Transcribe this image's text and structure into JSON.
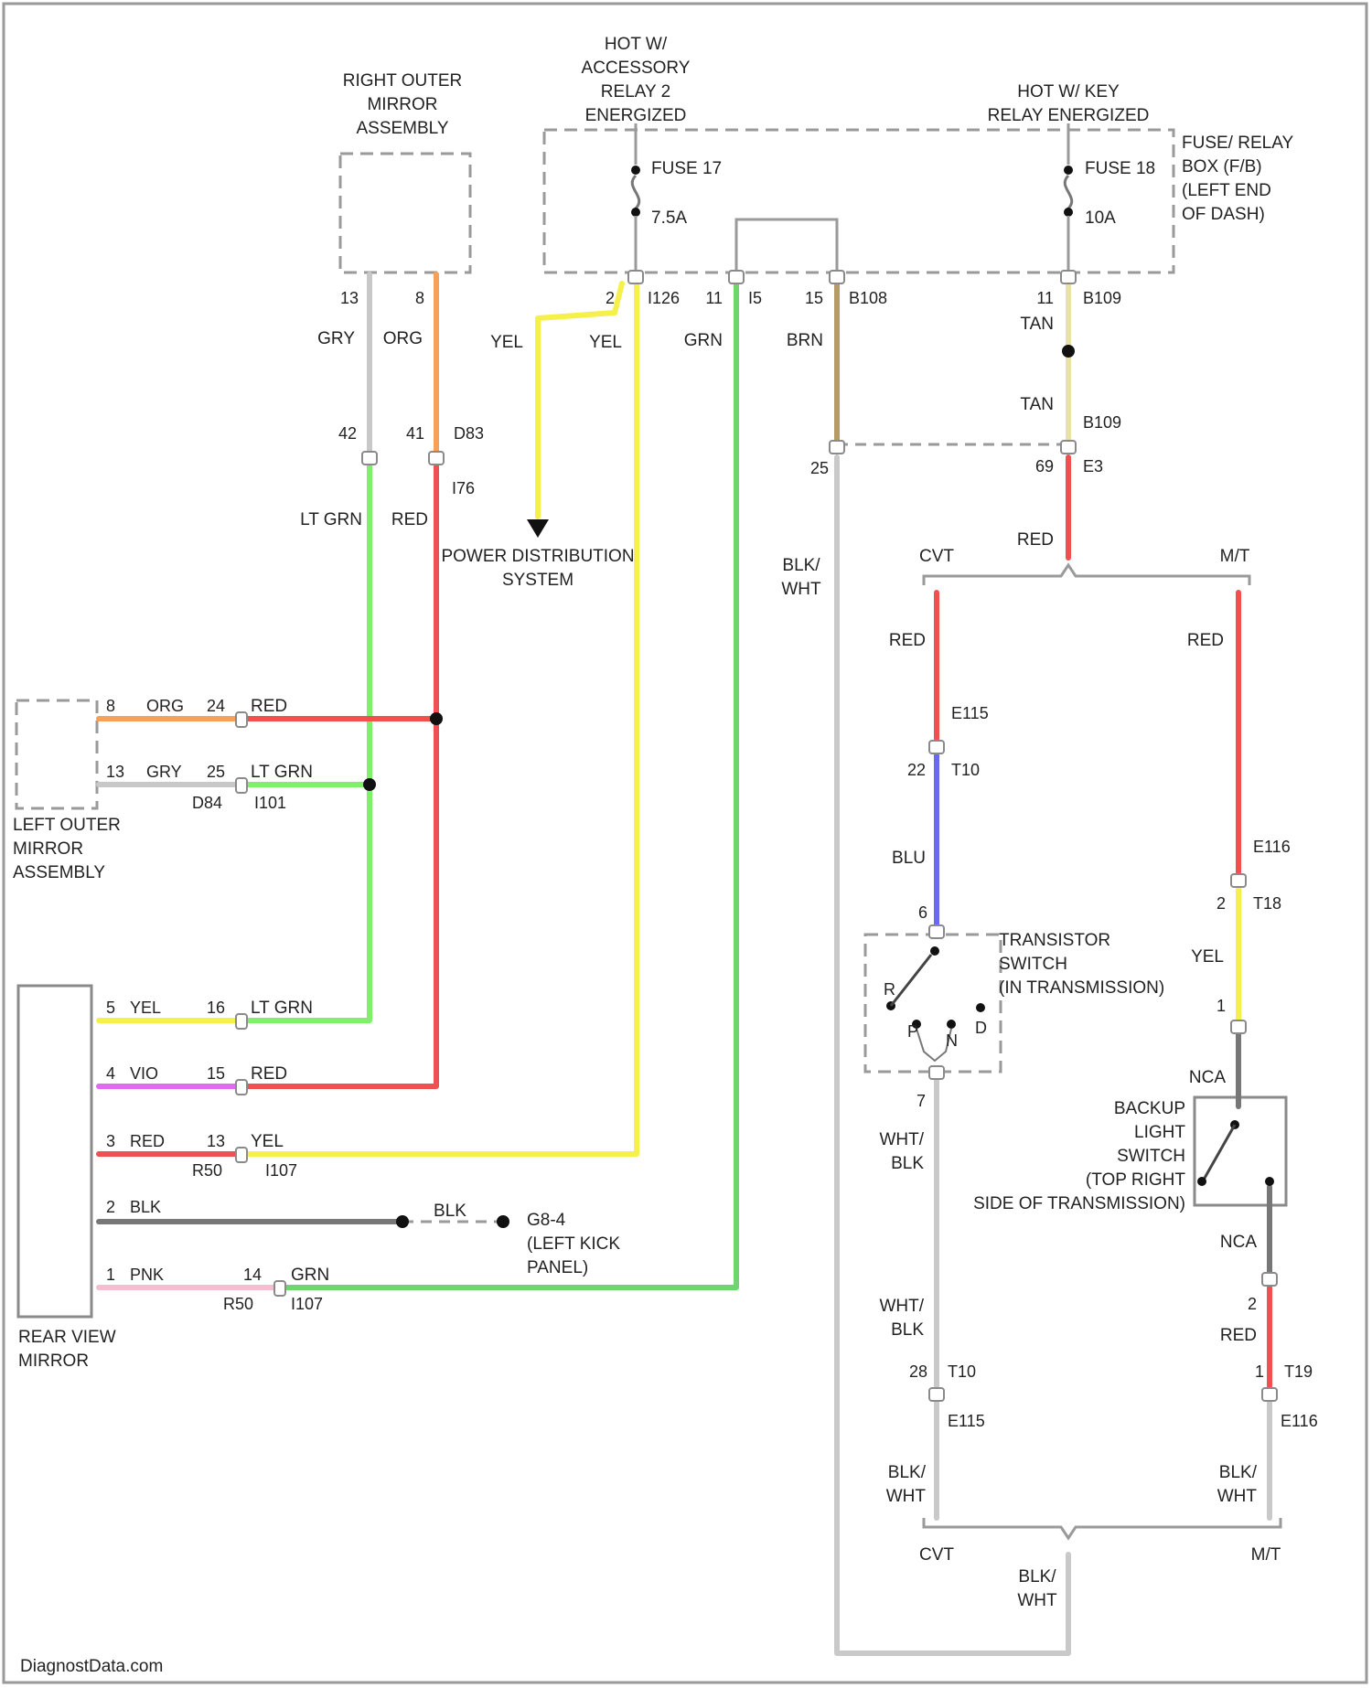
{
  "colors": {
    "GRY": "#c8c8c8",
    "ORG": "#f5a15a",
    "LT_GRN": "#7ff06a",
    "RED": "#f05050",
    "YEL": "#f6f04a",
    "GRN": "#6fd66f",
    "BRN": "#b59a6a",
    "TAN": "#e8e2a8",
    "BLU": "#6a6af0",
    "VIO": "#e26af0",
    "PNK": "#f6bcd0",
    "BLK": "#777777",
    "BLK_WHT": "#c9c9c9",
    "WHT_BLK": "#c9c9c9"
  },
  "components": {
    "right_mirror": [
      "RIGHT OUTER",
      "MIRROR",
      "ASSEMBLY"
    ],
    "hot_relay2": [
      "HOT W/",
      "ACCESSORY",
      "RELAY 2",
      "ENERGIZED"
    ],
    "hot_key_relay": [
      "HOT W/ KEY",
      "RELAY ENERGIZED"
    ],
    "fuse_box": [
      "FUSE/ RELAY",
      "BOX (F/B)",
      "(LEFT END",
      "OF DASH)"
    ],
    "fuse17": "FUSE 17",
    "fuse17_amp": "7.5A",
    "fuse18": "FUSE 18",
    "fuse18_amp": "10A",
    "power_dist": [
      "POWER DISTRIBUTION",
      "SYSTEM"
    ],
    "left_mirror": [
      "LEFT OUTER",
      "MIRROR",
      "ASSEMBLY"
    ],
    "rear_view_mirror": [
      "REAR VIEW",
      "MIRROR"
    ],
    "transistor_switch": [
      "TRANSISTOR",
      "SWITCH",
      "(IN TRANSMISSION)"
    ],
    "backup_switch": [
      "BACKUP",
      "LIGHT",
      "SWITCH",
      "(TOP RIGHT",
      "SIDE OF TRANSMISSION)"
    ],
    "ground": [
      "G8-4",
      "(LEFT KICK",
      "PANEL)"
    ],
    "watermark": "DiagnostData.com"
  },
  "wire_labels": {
    "gry": "GRY",
    "org": "ORG",
    "yel": "YEL",
    "grn": "GRN",
    "brn": "BRN",
    "tan": "TAN",
    "lt_grn": "LT GRN",
    "red": "RED",
    "blk_wht": [
      "BLK/",
      "WHT"
    ],
    "blu": "BLU",
    "wht_blk": [
      "WHT/",
      "BLK"
    ],
    "nca": "NCA",
    "blk": "BLK",
    "vio": "VIO",
    "pnk": "PNK",
    "cvt": "CVT",
    "mt": "M/T"
  },
  "connectors": {
    "c_13": "13",
    "c_8": "8",
    "c_42": "42",
    "c_41": "41",
    "c_d83": "D83",
    "c_i76": "I76",
    "c_2": "2",
    "c_i126": "I126",
    "c_11": "11",
    "c_i5": "I5",
    "c_15": "15",
    "c_b108": "B108",
    "c_11b": "11",
    "c_b109": "B109",
    "c_b109b": "B109",
    "c_25": "25",
    "c_69": "69",
    "c_e3": "E3",
    "c_e115": "E115",
    "c_22": "22",
    "c_t10": "T10",
    "c_e116": "E116",
    "c_2b": "2",
    "c_t18": "T18",
    "c_6": "6",
    "c_7": "7",
    "c_1": "1",
    "c_2c": "2",
    "c_1b": "1",
    "c_t19": "T19",
    "c_28": "28",
    "c_t10b": "T10",
    "c_e115b": "E115",
    "c_e116b": "E116",
    "sw_r": "R",
    "sw_n": "N",
    "sw_p": "P",
    "sw_d": "D",
    "lm_8": "8",
    "lm_org": "ORG",
    "lm_24": "24",
    "lm_13": "13",
    "lm_gry": "GRY",
    "lm_25": "25",
    "lm_d84": "D84",
    "lm_i101": "I101",
    "rv_5": "5",
    "rv_yel": "YEL",
    "rv_16": "16",
    "rv_4": "4",
    "rv_vio": "VIO",
    "rv_15": "15",
    "rv_3": "3",
    "rv_red": "RED",
    "rv_13": "13",
    "rv_r50": "R50",
    "rv_i107": "I107",
    "rv_2": "2",
    "rv_blk": "BLK",
    "rv_1": "1",
    "rv_pnk": "PNK",
    "rv_14": "14",
    "rv_r50b": "R50",
    "rv_i107b": "I107"
  }
}
